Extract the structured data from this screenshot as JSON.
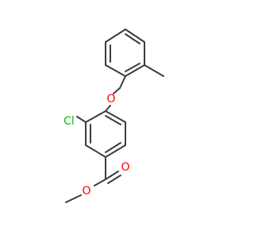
{
  "molecule": {
    "atoms": {
      "oxygen_ether": {
        "symbol": "O",
        "color": "#ff0000"
      },
      "chlorine": {
        "symbol": "Cl",
        "color": "#00c000"
      },
      "oxygen_carbonyl": {
        "symbol": "O",
        "color": "#ff0000"
      },
      "oxygen_ester": {
        "symbol": "O",
        "color": "#ff0000"
      }
    },
    "bond_color": "#3c3c3c"
  }
}
